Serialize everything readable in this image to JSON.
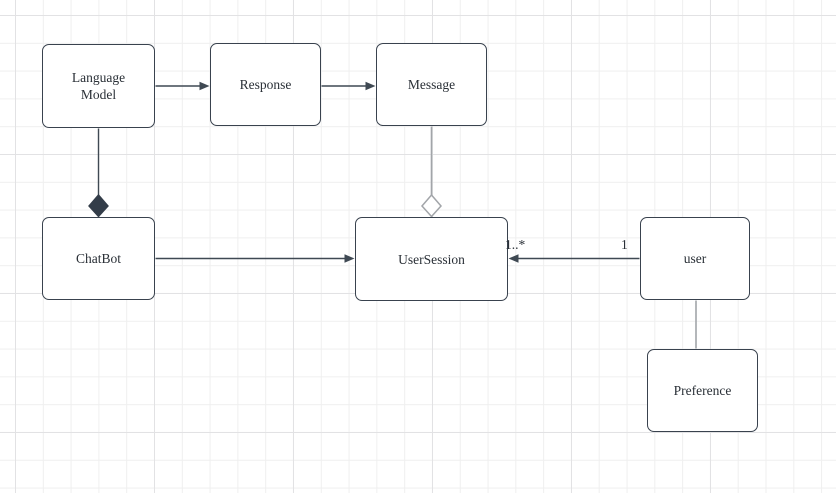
{
  "colors": {
    "canvas_bg": "#ffffff",
    "grid_minor": "#efefef",
    "grid_major": "#e2e2e4",
    "node_fill": "#ffffff",
    "node_border": "#39424e",
    "text": "#292f36",
    "edge_dark": "#3f4953",
    "edge_light": "#a2a5a9",
    "diamond_fill": "#333d49"
  },
  "nodes": {
    "language_model": {
      "label": "Language Model"
    },
    "response": {
      "label": "Response"
    },
    "message": {
      "label": "Message"
    },
    "chatbot": {
      "label": "ChatBot"
    },
    "user_session": {
      "label": "UserSession"
    },
    "user": {
      "label": "user"
    },
    "preference": {
      "label": "Preference"
    }
  },
  "edges": {
    "user_usersession": {
      "target_multiplicity": "1..*",
      "source_multiplicity": "1"
    }
  }
}
